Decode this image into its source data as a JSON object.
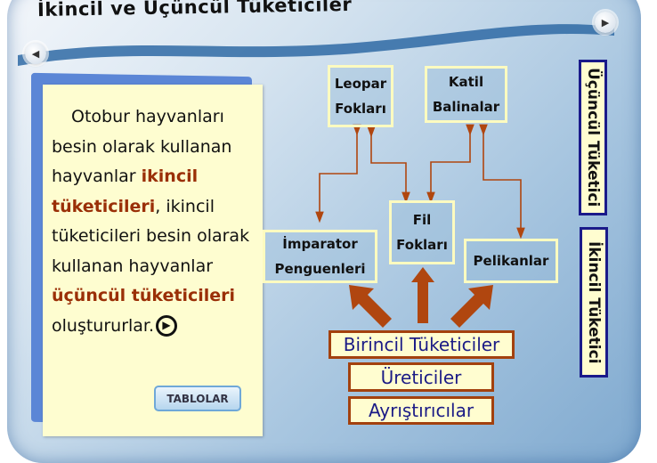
{
  "title": "İkincil  ve Üçüncül Tüketiciler",
  "nav": {
    "prev_icon": "◀",
    "next_icon": "▶"
  },
  "paragraph": {
    "p1": "Otobur hayvanları besin olarak kullanan hayvanlar ",
    "h1": "ikincil tüketicileri",
    "p2": ",  ikincil tüketicileri besin olarak kullanan hayvanlar ",
    "h2": "üçüncül tüketicileri",
    "p3": " oluştururlar.",
    "play_icon": "▶"
  },
  "tables_button": "TABLOLAR",
  "diagram": {
    "leopar": "Leopar Fokları",
    "katil": "Katil Balinalar",
    "fil": "Fil Fokları",
    "imparator": "İmparator Penguenleri",
    "pelikan": "Pelikanlar",
    "birincil": "Birincil Tüketiciler",
    "ureticiler": "Üreticiler",
    "ayristiricilar": "Ayrıştırıcılar",
    "ucuncul_label": "Üçüncül Tüketici",
    "ikincil_label": "İkincil Tüketici"
  },
  "colors": {
    "highlight": "#9a2f07",
    "arrow": "#b0460f",
    "level_text": "#1b1b86",
    "level_border": "#a3410e"
  }
}
